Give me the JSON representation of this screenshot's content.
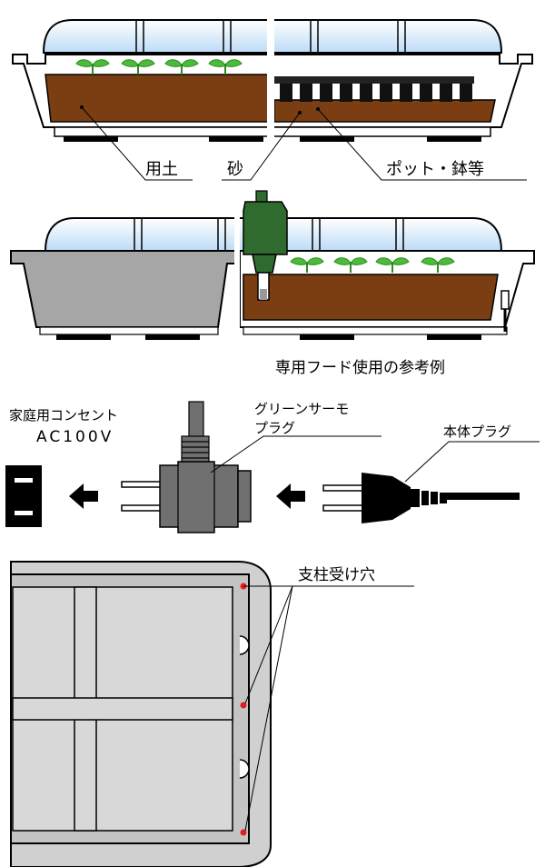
{
  "section1": {
    "labels": {
      "soil": "用土",
      "sand": "砂",
      "pots": "ポット・鉢等"
    }
  },
  "section2": {
    "caption": "専用フード使用の参考例"
  },
  "section3": {
    "outlet_label_1": "家庭用コンセント",
    "outlet_label_2": "AC100V",
    "thermo_label_1": "グリーンサーモ",
    "thermo_label_2": "プラグ",
    "body_plug_label": "本体プラグ"
  },
  "section4": {
    "holes_label": "支柱受け穴"
  },
  "colors": {
    "hood": "#cfe6fa",
    "soil": "#7a3e12",
    "tray_gray": "#a6a6a6",
    "thermostat_green": "#2f6b2f",
    "seedling": "#49b93a",
    "hole_red": "#e02020",
    "adapter_gray": "#707070"
  }
}
